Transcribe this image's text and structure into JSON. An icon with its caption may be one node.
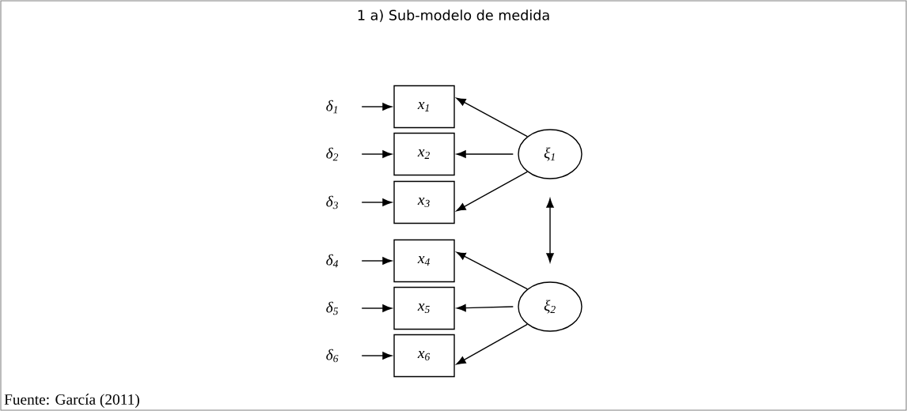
{
  "diagram": {
    "title": "1 a) Sub-modelo de medida",
    "caption": "Fuente: García (2011)",
    "nodes": [
      {
        "text": [
          "δ$_{1}$"
        ]
      },
      {
        "text": [
          "x$_{1}$"
        ]
      },
      {
        "text": [
          "δ$_{2}$"
        ]
      },
      {
        "text": [
          "x$_{2}$"
        ]
      },
      {
        "text": [
          "ξ$_{1}$"
        ]
      },
      {
        "text": [
          "δ$_{3}$"
        ]
      },
      {
        "text": [
          "x$_{3}$"
        ]
      },
      {
        "text": [
          "δ$_{4}$"
        ]
      },
      {
        "text": [
          "x$_{4}$"
        ]
      },
      {
        "text": [
          "δ$_{5}$"
        ]
      },
      {
        "text": [
          "x$_{5}$"
        ]
      },
      {
        "text": [
          "ξ$_{2}$"
        ]
      },
      {
        "text": [
          "δ$_{6}$"
        ]
      },
      {
        "text": [
          "x$_{6}$"
        ]
      }
    ],
    "edges": [
      {
        "from": 0,
        "to": 1,
        "arrow": "to"
      },
      {
        "from": 2,
        "to": 3,
        "arrow": "to"
      },
      {
        "from": 5,
        "to": 6,
        "arrow": "to"
      },
      {
        "from": 7,
        "to": 8,
        "arrow": "to"
      },
      {
        "from": 9,
        "to": 10,
        "arrow": "to"
      },
      {
        "from": 12,
        "to": 13,
        "arrow": "to"
      },
      {
        "from": 4,
        "to": 1,
        "arrow": "to"
      },
      {
        "from": 4,
        "to": 3,
        "arrow": "to"
      },
      {
        "from": 4,
        "to": 6,
        "arrow": "to"
      },
      {
        "from": 11,
        "to": 8,
        "arrow": "to"
      },
      {
        "from": 11,
        "to": 10,
        "arrow": "to"
      },
      {
        "from": 11,
        "to": 13,
        "arrow": "to"
      },
      {
        "from": 4,
        "to": 11,
        "arrow": "both"
      }
    ]
  }
}
